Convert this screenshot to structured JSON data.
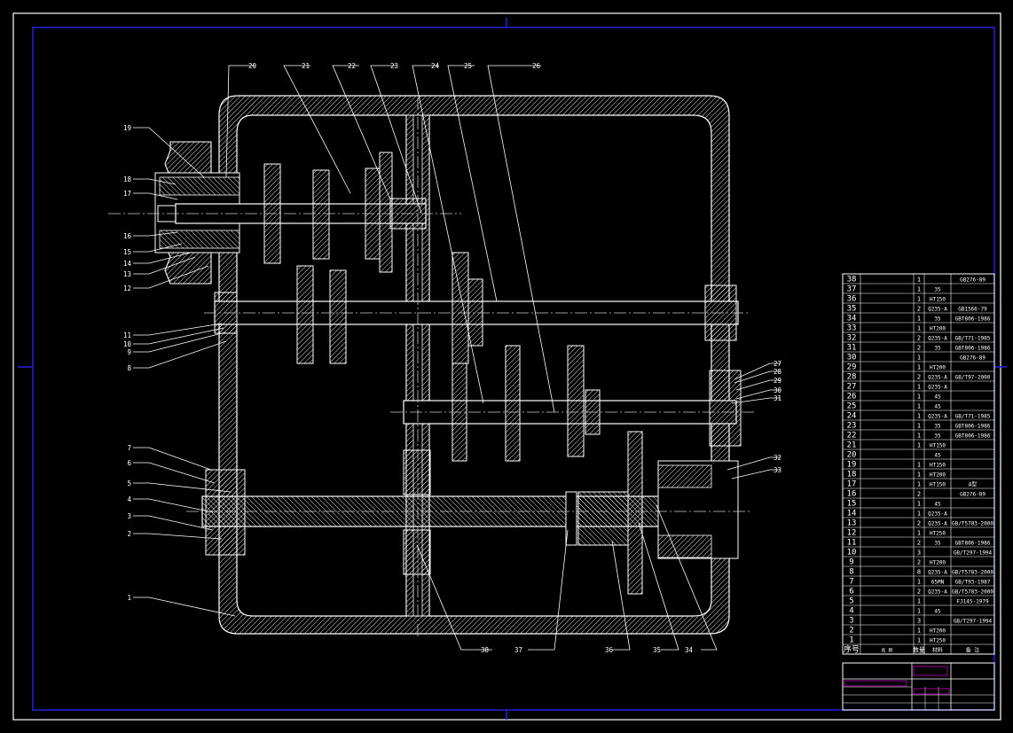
{
  "drawing": {
    "balloons_left": [
      "19",
      "18",
      "17",
      "16",
      "15",
      "14",
      "13",
      "12",
      "11",
      "10",
      "9",
      "8",
      "7",
      "6",
      "5",
      "4",
      "3",
      "2",
      "1"
    ],
    "balloons_top": [
      "20",
      "21",
      "22",
      "23",
      "24",
      "25",
      "26"
    ],
    "balloons_right": [
      "27",
      "28",
      "29",
      "30",
      "31",
      "32",
      "33"
    ],
    "balloons_bottom": [
      "38",
      "37",
      "36",
      "35",
      "34"
    ]
  },
  "bom": {
    "rows": [
      {
        "no": "38",
        "name": "",
        "qty": "1",
        "material": "",
        "note": "GB276-89"
      },
      {
        "no": "37",
        "name": "",
        "qty": "1",
        "material": "35",
        "note": ""
      },
      {
        "no": "36",
        "name": "",
        "qty": "1",
        "material": "HT150",
        "note": ""
      },
      {
        "no": "35",
        "name": "",
        "qty": "2",
        "material": "Q235-A",
        "note": "GB1566-79"
      },
      {
        "no": "34",
        "name": "",
        "qty": "1",
        "material": "35",
        "note": "GBT806-1986"
      },
      {
        "no": "33",
        "name": "",
        "qty": "1",
        "material": "HT200",
        "note": ""
      },
      {
        "no": "32",
        "name": "",
        "qty": "2",
        "material": "Q235-A",
        "note": "GB/T71-1985"
      },
      {
        "no": "31",
        "name": "",
        "qty": "2",
        "material": "35",
        "note": "GBT806-1986"
      },
      {
        "no": "30",
        "name": "",
        "qty": "1",
        "material": "",
        "note": "GB276-89"
      },
      {
        "no": "29",
        "name": "",
        "qty": "1",
        "material": "HT200",
        "note": ""
      },
      {
        "no": "28",
        "name": "",
        "qty": "2",
        "material": "Q235-A",
        "note": "GB/T97-2000"
      },
      {
        "no": "27",
        "name": "",
        "qty": "1",
        "material": "Q235-A",
        "note": ""
      },
      {
        "no": "26",
        "name": "",
        "qty": "1",
        "material": "45",
        "note": ""
      },
      {
        "no": "25",
        "name": "",
        "qty": "1",
        "material": "45",
        "note": ""
      },
      {
        "no": "24",
        "name": "",
        "qty": "1",
        "material": "Q235-A",
        "note": "GB/T71-1985"
      },
      {
        "no": "23",
        "name": "",
        "qty": "1",
        "material": "35",
        "note": "GBT806-1986"
      },
      {
        "no": "22",
        "name": "",
        "qty": "1",
        "material": "35",
        "note": "GBT806-1986"
      },
      {
        "no": "21",
        "name": "",
        "qty": "1",
        "material": "HT150",
        "note": ""
      },
      {
        "no": "20",
        "name": "",
        "qty": "",
        "material": "45",
        "note": ""
      },
      {
        "no": "19",
        "name": "",
        "qty": "1",
        "material": "HT150",
        "note": ""
      },
      {
        "no": "18",
        "name": "",
        "qty": "1",
        "material": "HT200",
        "note": ""
      },
      {
        "no": "17",
        "name": "",
        "qty": "1",
        "material": "HT150",
        "note": "A型"
      },
      {
        "no": "16",
        "name": "",
        "qty": "2",
        "material": "",
        "note": "GB276-89"
      },
      {
        "no": "15",
        "name": "",
        "qty": "1",
        "material": "45",
        "note": ""
      },
      {
        "no": "14",
        "name": "",
        "qty": "1",
        "material": "Q235-A",
        "note": ""
      },
      {
        "no": "13",
        "name": "",
        "qty": "2",
        "material": "Q235-A",
        "note": "GB/T5783-2000"
      },
      {
        "no": "12",
        "name": "",
        "qty": "1",
        "material": "HT250",
        "note": ""
      },
      {
        "no": "11",
        "name": "",
        "qty": "2",
        "material": "35",
        "note": "GBT806-1986"
      },
      {
        "no": "10",
        "name": "",
        "qty": "3",
        "material": "",
        "note": "GB/T297-1994"
      },
      {
        "no": "9",
        "name": "",
        "qty": "2",
        "material": "HT200",
        "note": ""
      },
      {
        "no": "8",
        "name": "",
        "qty": "8",
        "material": "Q235-A",
        "note": "GB/T5783-2000"
      },
      {
        "no": "7",
        "name": "",
        "qty": "1",
        "material": "65MN",
        "note": "GB/T93-1987"
      },
      {
        "no": "6",
        "name": "",
        "qty": "2",
        "material": "Q235-A",
        "note": "GB/T5783-2000"
      },
      {
        "no": "5",
        "name": "",
        "qty": "1",
        "material": "",
        "note": "FJ145-1979"
      },
      {
        "no": "4",
        "name": "",
        "qty": "1",
        "material": "45",
        "note": ""
      },
      {
        "no": "3",
        "name": "",
        "qty": "3",
        "material": "",
        "note": "GB/T297-1994"
      },
      {
        "no": "2",
        "name": "",
        "qty": "1",
        "material": "HT200",
        "note": ""
      },
      {
        "no": "1",
        "name": "",
        "qty": "1",
        "material": "HT250",
        "note": ""
      }
    ],
    "header": {
      "no": "序号",
      "name": "名    称",
      "qty": "数量",
      "material": "材料",
      "note": "备  注"
    }
  },
  "colors": {
    "frame": "#2222dd",
    "line": "#ffffff",
    "bom_text": "#ffffff",
    "title_magenta": "#ff00ff",
    "center": "#cccccc"
  }
}
